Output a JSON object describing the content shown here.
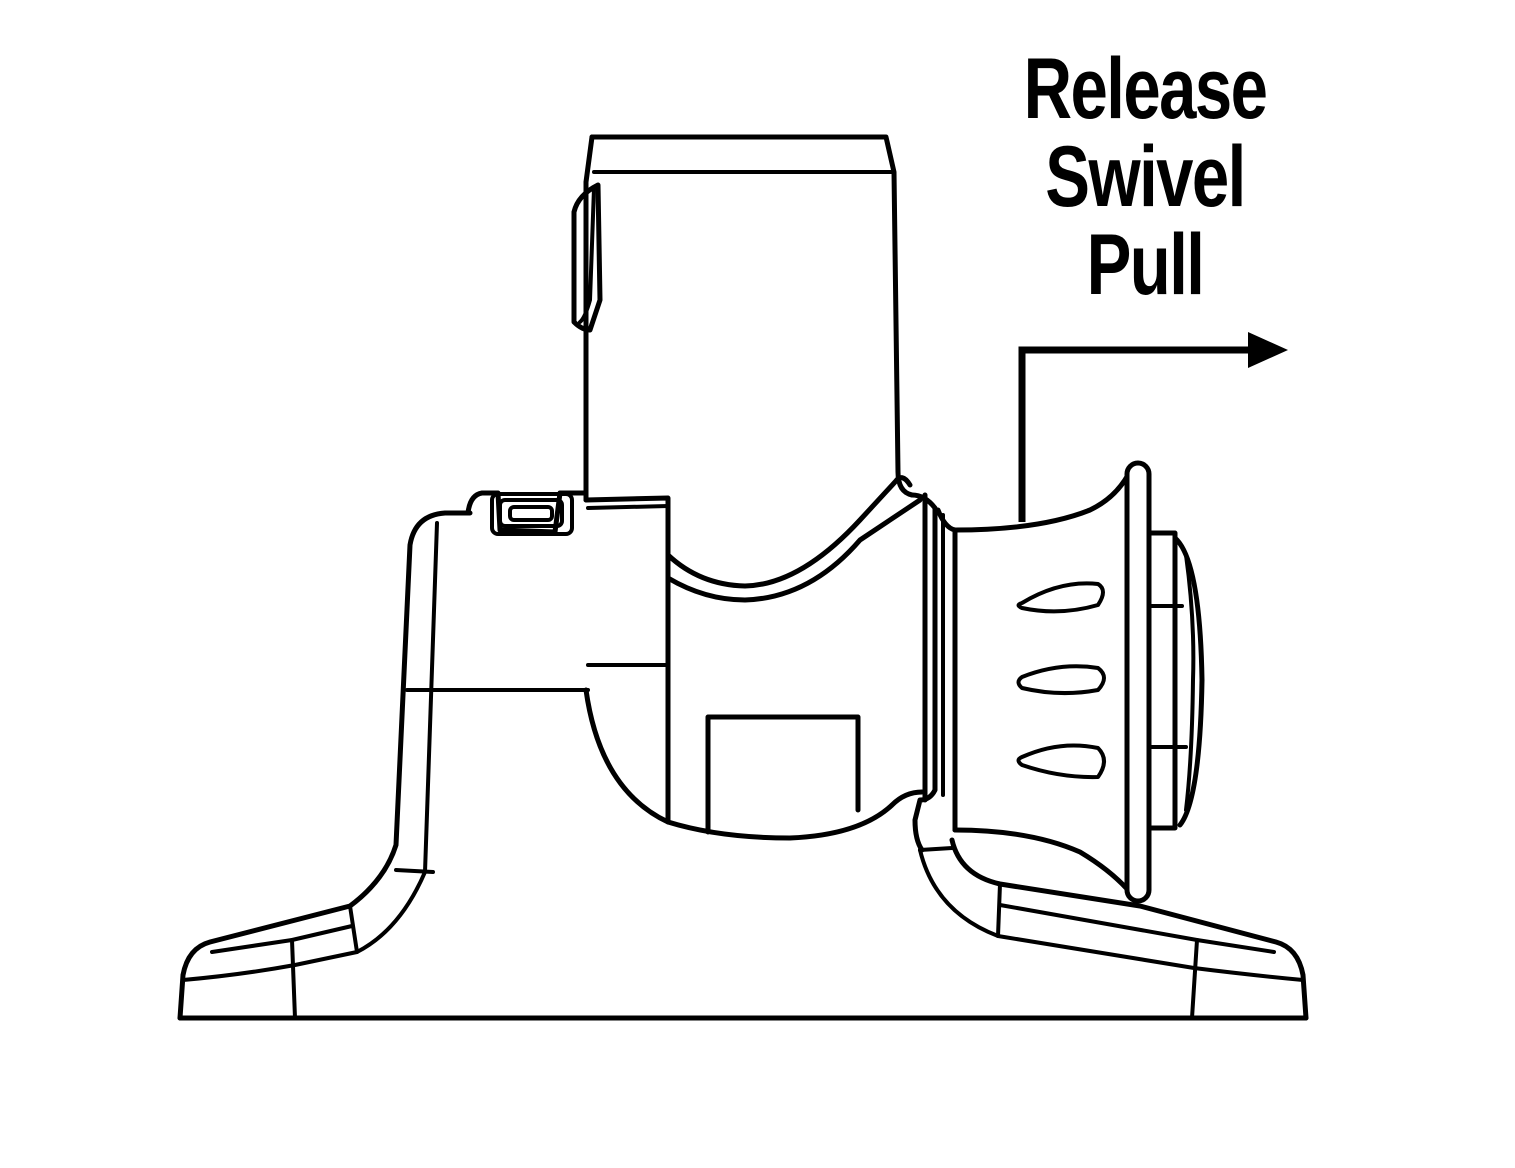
{
  "callout": {
    "lines": [
      "Release",
      "Swivel",
      "Pull"
    ]
  },
  "illustration": {
    "subject-icon": "swivel-mount-with-pull-knob-icon",
    "arrow-icon": "right-pointing-elbow-arrow-icon",
    "stroke_color": "#000000",
    "background_color": "#ffffff"
  }
}
